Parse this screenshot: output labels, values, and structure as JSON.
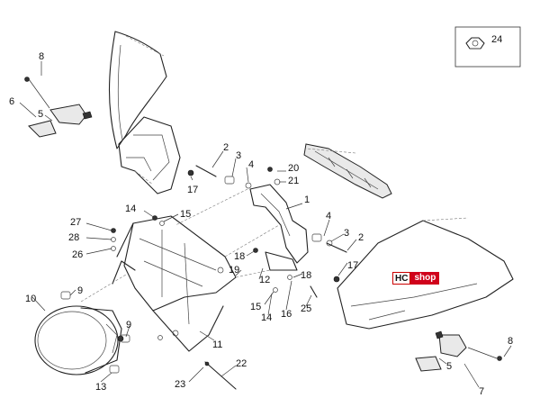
{
  "callouts": [
    {
      "id": "c24",
      "text": "24"
    },
    {
      "id": "c8a",
      "text": "8"
    },
    {
      "id": "c6",
      "text": "6"
    },
    {
      "id": "c5a",
      "text": "5"
    },
    {
      "id": "c2a",
      "text": "2"
    },
    {
      "id": "c3a",
      "text": "3"
    },
    {
      "id": "c4a",
      "text": "4"
    },
    {
      "id": "c20",
      "text": "20"
    },
    {
      "id": "c21",
      "text": "21"
    },
    {
      "id": "c17a",
      "text": "17"
    },
    {
      "id": "c1",
      "text": "1"
    },
    {
      "id": "c14a",
      "text": "14"
    },
    {
      "id": "c15a",
      "text": "15"
    },
    {
      "id": "c27",
      "text": "27"
    },
    {
      "id": "c28",
      "text": "28"
    },
    {
      "id": "c26",
      "text": "26"
    },
    {
      "id": "c4b",
      "text": "4"
    },
    {
      "id": "c3b",
      "text": "3"
    },
    {
      "id": "c2b",
      "text": "2"
    },
    {
      "id": "c18a",
      "text": "18"
    },
    {
      "id": "c19",
      "text": "19"
    },
    {
      "id": "c17b",
      "text": "17"
    },
    {
      "id": "c18b",
      "text": "18"
    },
    {
      "id": "c12",
      "text": "12"
    },
    {
      "id": "c10",
      "text": "10"
    },
    {
      "id": "c9a",
      "text": "9"
    },
    {
      "id": "c15b",
      "text": "15"
    },
    {
      "id": "c14b",
      "text": "14"
    },
    {
      "id": "c16",
      "text": "16"
    },
    {
      "id": "c25",
      "text": "25"
    },
    {
      "id": "c9b",
      "text": "9"
    },
    {
      "id": "c11",
      "text": "11"
    },
    {
      "id": "c8b",
      "text": "8"
    },
    {
      "id": "c5b",
      "text": "5"
    },
    {
      "id": "c7",
      "text": "7"
    },
    {
      "id": "c13",
      "text": "13"
    },
    {
      "id": "c23",
      "text": "23"
    },
    {
      "id": "c22",
      "text": "22"
    }
  ],
  "badge": {
    "left": "HC",
    "right": "shop"
  },
  "colors": {
    "badge_red": "#d0021b",
    "line": "#222222"
  }
}
